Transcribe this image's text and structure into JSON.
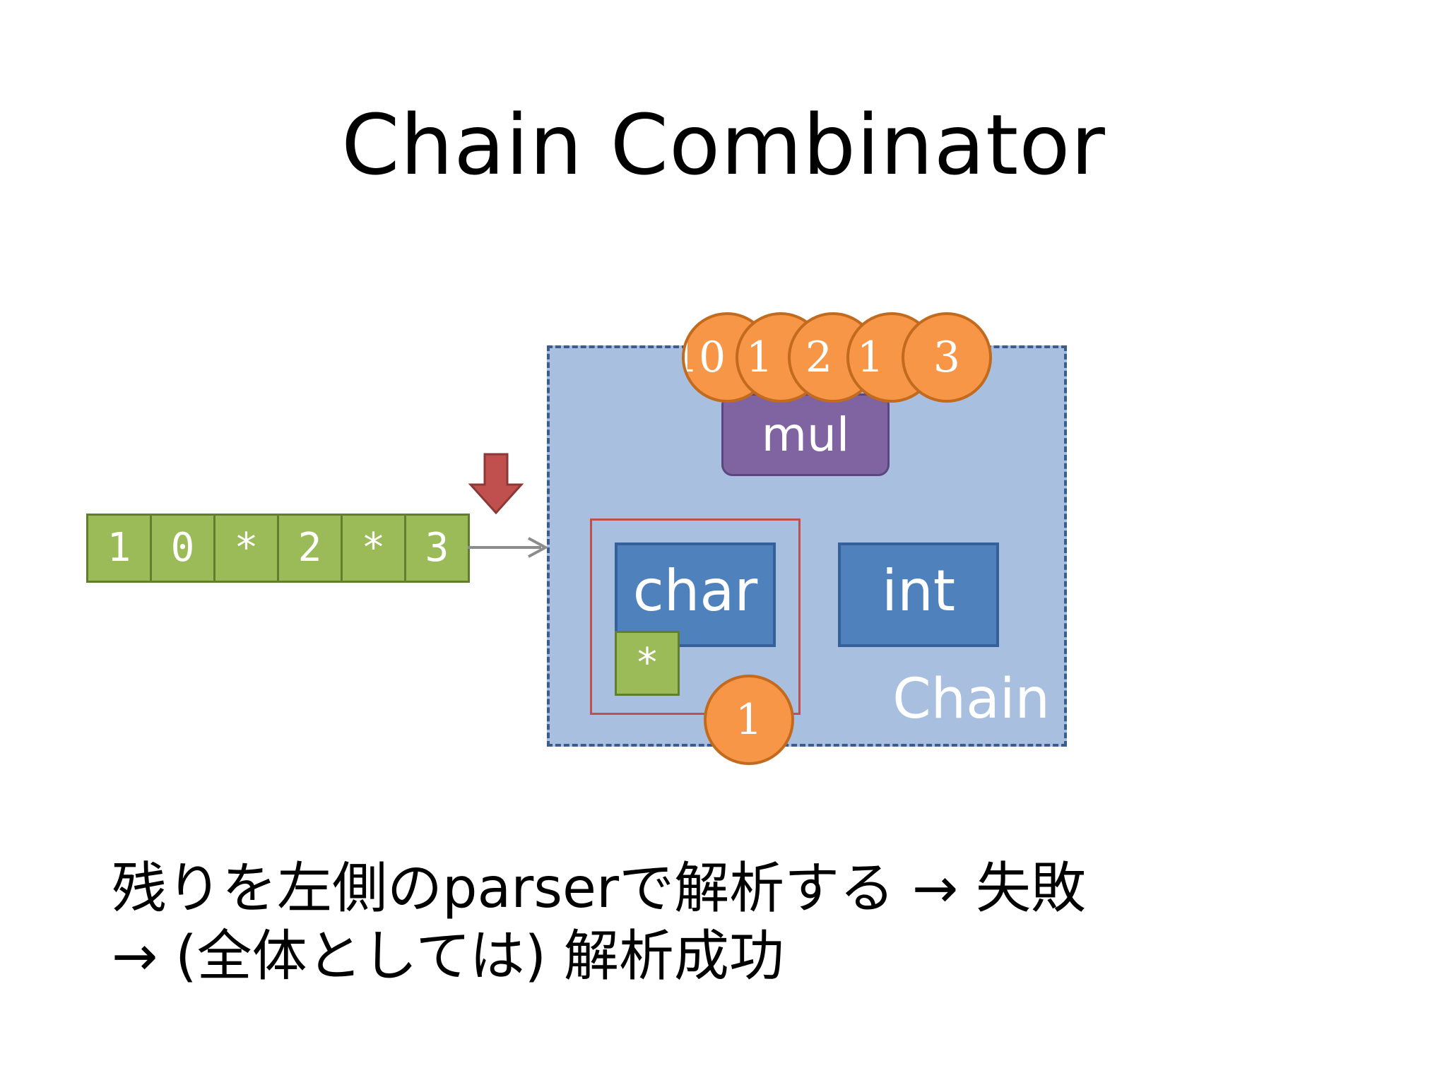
{
  "slide": {
    "title": "Chain Combinator"
  },
  "input_tape": {
    "cells": [
      "1",
      "0",
      "*",
      "2",
      "*",
      "3"
    ]
  },
  "chain": {
    "label": "Chain",
    "mul_label": "mul",
    "char_label": "char",
    "int_label": "int",
    "consumed_token": "*",
    "result_coin": "1"
  },
  "result_stack": {
    "coins": [
      "10",
      "1",
      "2",
      "1",
      "3"
    ]
  },
  "caption": {
    "line1": "残りを左側のparserで解析する → 失敗",
    "line2": "→ (全体としては) 解析成功"
  },
  "colors": {
    "token_green": "#9bbb59",
    "parser_blue": "#4f81bd",
    "mul_purple": "#8064a2",
    "coin_orange": "#f79646",
    "chain_bg": "#a9bfe0",
    "frame_red": "#c0504d",
    "pointer_red": "#c0504d"
  }
}
